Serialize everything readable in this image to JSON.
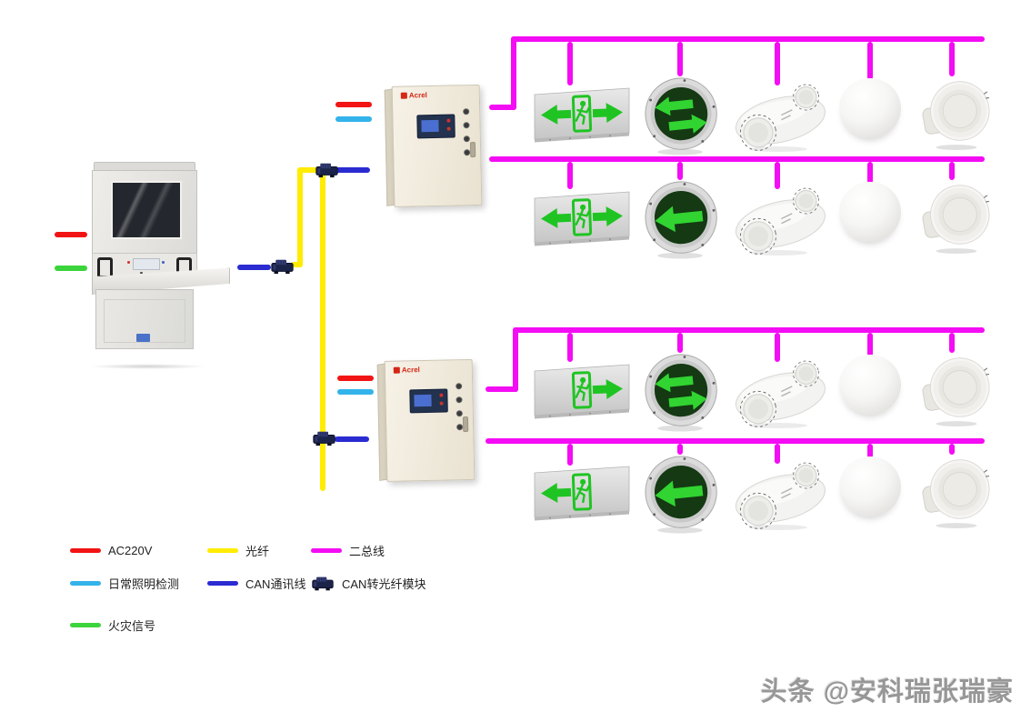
{
  "wire_colors": {
    "ac220v": "#f21414",
    "fiber": "#ffec00",
    "two_bus": "#f40cf4",
    "daily_lighting": "#33b3ea",
    "can": "#2b2bd2",
    "fire": "#3cd43c"
  },
  "accent_colors": {
    "exit_green": "#1fc422",
    "luminaire_arrow_green": "#31d431",
    "brand_red": "#d42716"
  },
  "legend": {
    "items": [
      {
        "key": "ac220v",
        "label": "AC220V",
        "swatch": "line",
        "color_key": "ac220v"
      },
      {
        "key": "fiber",
        "label": "光纤",
        "swatch": "line",
        "color_key": "fiber"
      },
      {
        "key": "two-bus",
        "label": "二总线",
        "swatch": "line",
        "color_key": "two_bus"
      },
      {
        "key": "daily-lighting-detect",
        "label": "日常照明检测",
        "swatch": "line",
        "color_key": "daily_lighting"
      },
      {
        "key": "can-bus",
        "label": "CAN通讯线",
        "swatch": "line",
        "color_key": "can"
      },
      {
        "key": "can-fiber-module",
        "label": "CAN转光纤模块",
        "swatch": "module",
        "color_key": "can"
      },
      {
        "key": "fire-signal",
        "label": "火灾信号",
        "swatch": "line",
        "color_key": "fire"
      }
    ]
  },
  "watermark": {
    "text": "头条 @安科瑞张瑞豪"
  },
  "controller": {
    "brand": "Acrel"
  },
  "icons": {
    "console": "monitoring-host-cabinet",
    "controller": "emergency-lighting-controller-cabinet",
    "module": "can-to-fiber-module-icon"
  },
  "device_icons": [
    "emergency-exit-sign",
    "round-emergency-luminaire",
    "twin-spot-emergency-light",
    "emergency-ceiling-lamp",
    "emergency-downlight"
  ],
  "rows": [
    {
      "name": "bus-loop-1",
      "exit_sign_arrows": {
        "left": true,
        "right": true
      },
      "round_light_arrows": "double"
    },
    {
      "name": "bus-loop-2",
      "exit_sign_arrows": {
        "left": true,
        "right": true
      },
      "round_light_arrows": "left"
    },
    {
      "name": "bus-loop-3",
      "exit_sign_arrows": {
        "left": false,
        "right": true
      },
      "round_light_arrows": "double"
    },
    {
      "name": "bus-loop-4",
      "exit_sign_arrows": {
        "left": true,
        "right": false
      },
      "round_light_arrows": "left"
    }
  ]
}
